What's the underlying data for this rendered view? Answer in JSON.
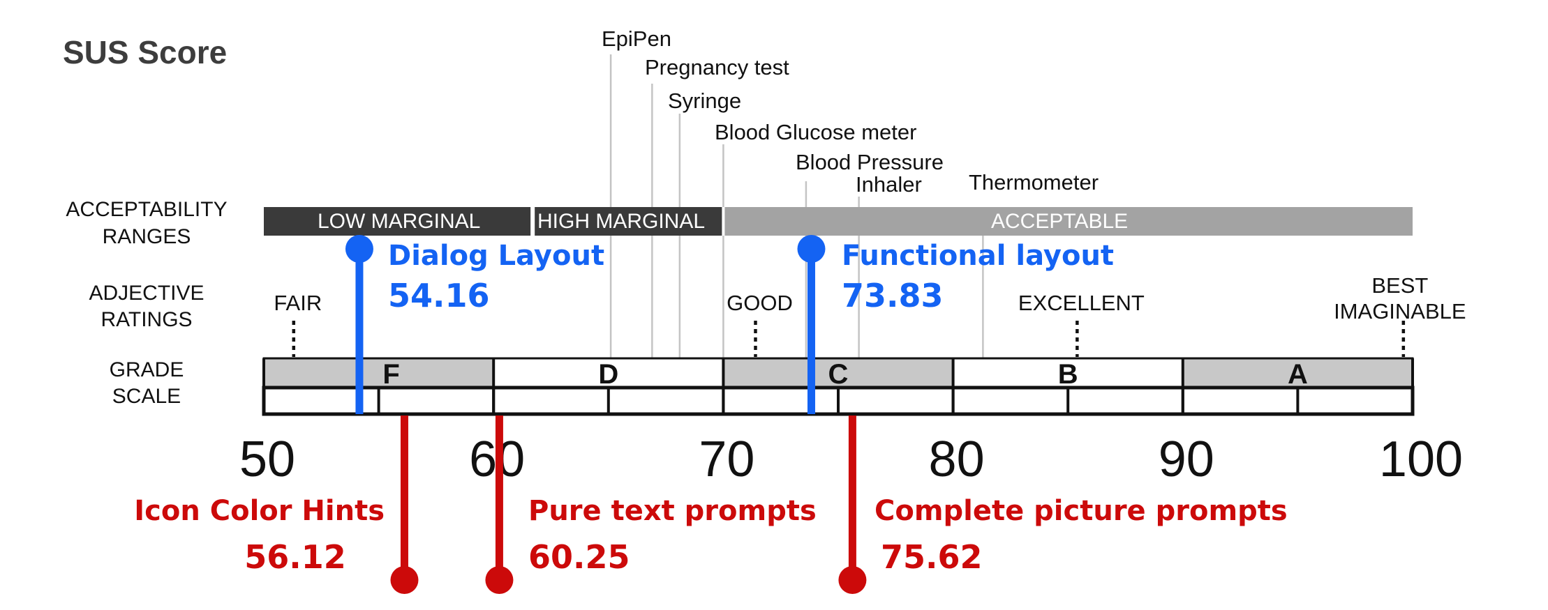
{
  "page_title": "SUS Score",
  "chart_data": {
    "type": "scale",
    "title": "SUS Score",
    "xlim": [
      50,
      100
    ],
    "x_ticks": [
      50,
      60,
      70,
      80,
      90,
      100
    ],
    "row_labels": {
      "acceptability": [
        "ACCEPTABILITY",
        "RANGES"
      ],
      "adjective": [
        "ADJECTIVE",
        "RATINGS"
      ],
      "grade": [
        "GRADE",
        "SCALE"
      ]
    },
    "acceptability_ranges": [
      {
        "label": "LOW  MARGINAL",
        "from": 50,
        "to": 61.7,
        "color": "#3a3a3a"
      },
      {
        "label": "HIGH MARGINAL",
        "from": 61.7,
        "to": 70,
        "color": "#3a3a3a"
      },
      {
        "label": "ACCEPTABLE",
        "from": 70,
        "to": 100,
        "color": "#a3a3a3"
      }
    ],
    "adjective_ratings": [
      {
        "label": "FAIR",
        "value": 51.3
      },
      {
        "label": "GOOD",
        "value": 71.4
      },
      {
        "label": "EXCELLENT",
        "value": 85.4
      },
      {
        "label": "BEST",
        "label2": "IMAGINABLE",
        "value": 99.6
      }
    ],
    "grades": [
      {
        "label": "F",
        "from": 50,
        "to": 60,
        "fill": "#c8c8c8"
      },
      {
        "label": "D",
        "from": 60,
        "to": 70,
        "fill": "#ffffff"
      },
      {
        "label": "C",
        "from": 70,
        "to": 80,
        "fill": "#c8c8c8"
      },
      {
        "label": "B",
        "from": 80,
        "to": 90,
        "fill": "#ffffff"
      },
      {
        "label": "A",
        "from": 90,
        "to": 100,
        "fill": "#c8c8c8"
      }
    ],
    "benchmarks": [
      {
        "label": "EpiPen",
        "value": 65.1
      },
      {
        "label": "Pregnancy test",
        "value": 66.9
      },
      {
        "label": "Syringe",
        "value": 68.1
      },
      {
        "label": "Blood Glucose meter",
        "value": 70.0
      },
      {
        "label": "Blood Pressure",
        "value": 73.6
      },
      {
        "label": "Inhaler",
        "value": 75.9
      },
      {
        "label": "Thermometer",
        "value": 81.3
      }
    ],
    "series": [
      {
        "color": "#1463f3",
        "points": [
          {
            "label": "Dialog Layout",
            "value": 54.16
          },
          {
            "label": "Functional layout",
            "value": 73.83
          }
        ]
      },
      {
        "color": "#cc0a0a",
        "points": [
          {
            "label": "Icon Color Hints",
            "value": 56.12
          },
          {
            "label": "Pure text prompts",
            "value": 60.25
          },
          {
            "label": "Complete picture prompts",
            "value": 75.62
          }
        ]
      }
    ]
  }
}
